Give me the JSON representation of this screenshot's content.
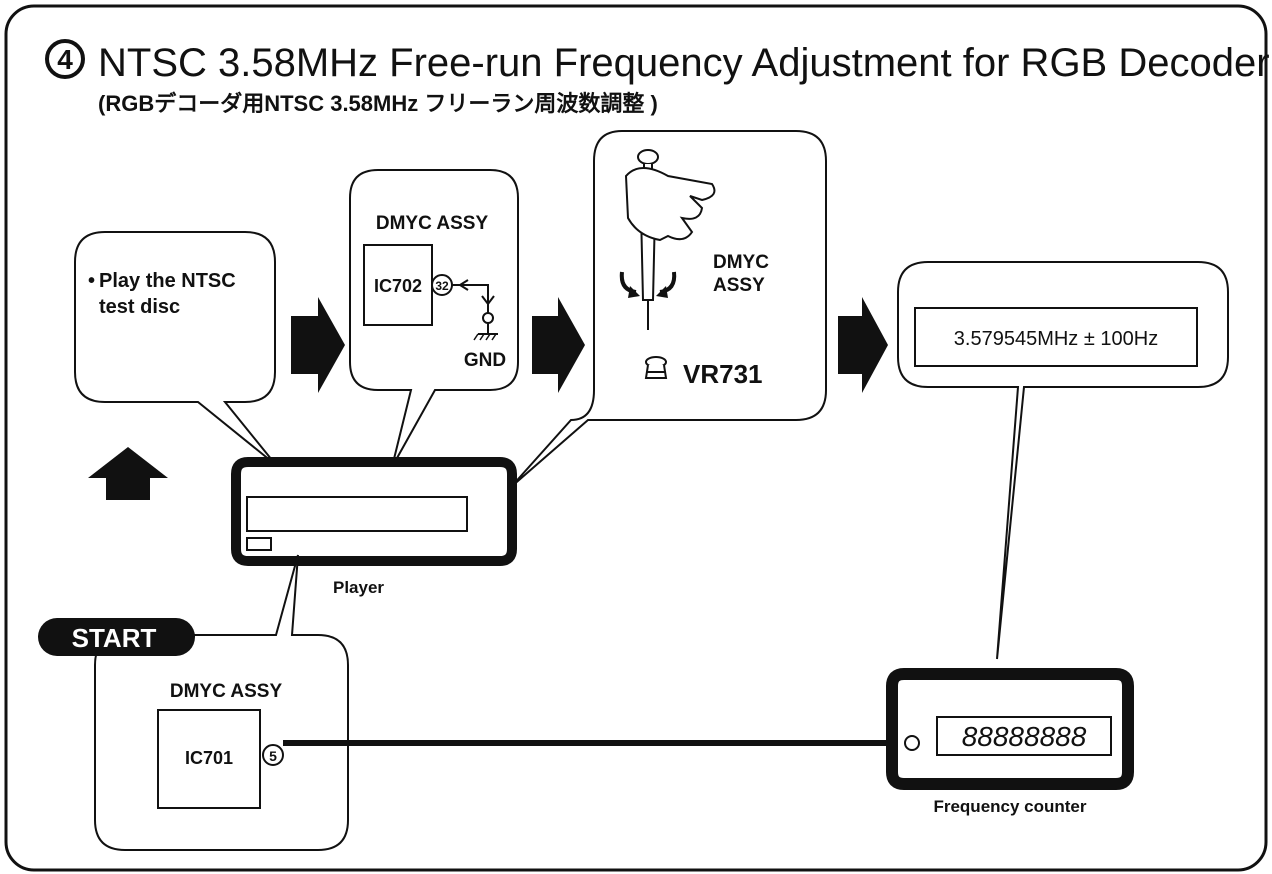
{
  "header": {
    "step_number": "4",
    "title": "NTSC 3.58MHz Free-run Frequency Adjustment for RGB Decoder",
    "subtitle": "(RGBデコーダ用NTSC 3.58MHz フリーラン周波数調整 )"
  },
  "step1": {
    "bullet": "•",
    "line1": "Play the NTSC",
    "line2": "test disc"
  },
  "step2": {
    "board": "DMYC ASSY",
    "ic": "IC702",
    "pin": "32",
    "ground": "GND"
  },
  "step3": {
    "board_line1": "DMYC",
    "board_line2": "ASSY",
    "control": "VR731"
  },
  "step4": {
    "spec": "3.579545MHz ± 100Hz"
  },
  "player": {
    "label": "Player"
  },
  "start": {
    "badge": "START",
    "board": "DMYC ASSY",
    "ic": "IC701",
    "pin": "5"
  },
  "counter": {
    "display": "88888888",
    "label": "Frequency counter"
  },
  "colors": {
    "ink": "#111111",
    "paper": "#ffffff"
  }
}
